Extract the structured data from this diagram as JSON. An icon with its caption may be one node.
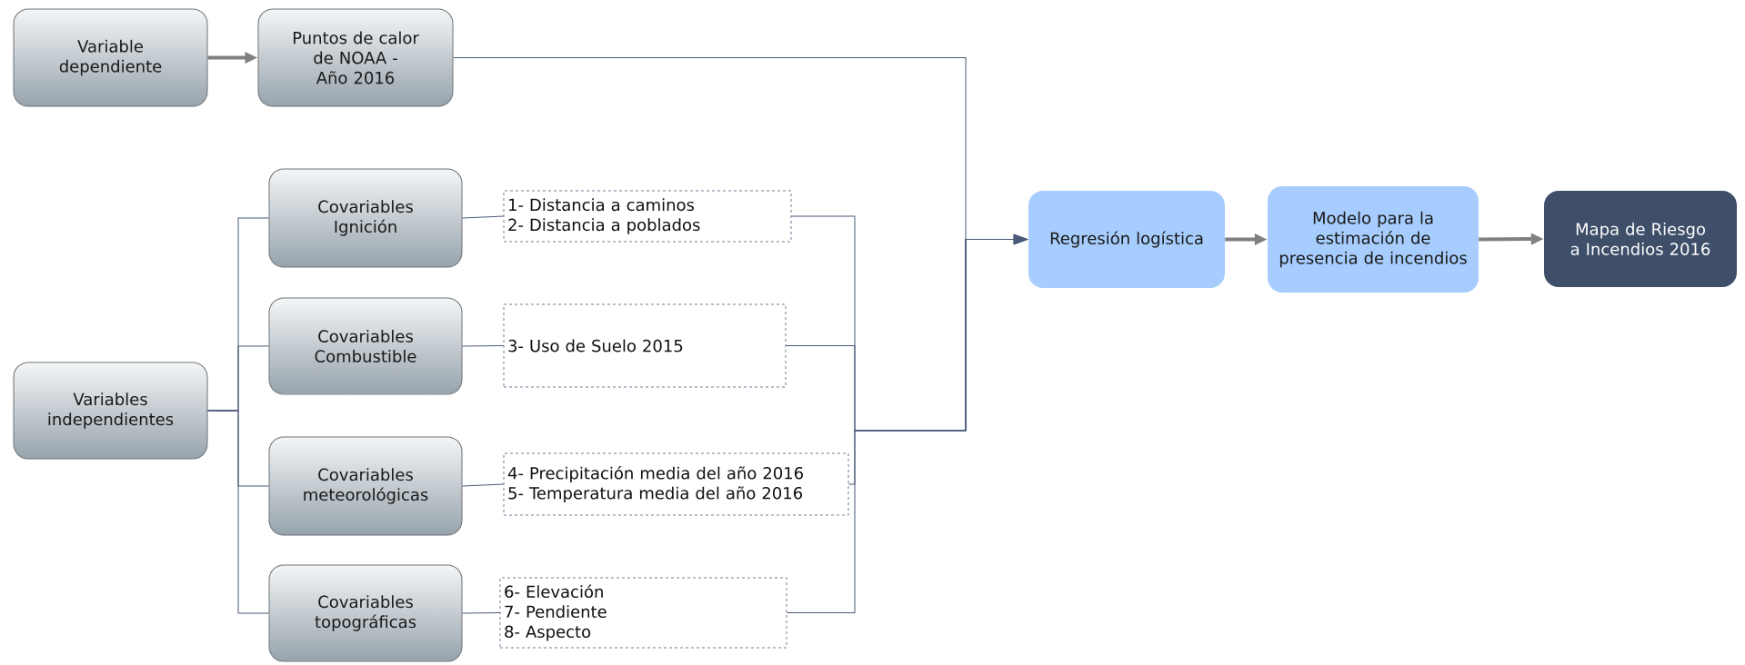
{
  "diagram": {
    "nodes": [
      {
        "text": [
          "Variable dependiente"
        ]
      },
      {
        "text": [
          "Puntos de calor de NOAA - Año 2016"
        ]
      },
      {
        "text": [
          "Variables independientes"
        ]
      },
      {
        "text": [
          "Covariables Ignición"
        ]
      },
      {
        "text": [
          "Covariables Combustible"
        ]
      },
      {
        "text": [
          "Covariables meteorológicas"
        ]
      },
      {
        "text": [
          "Covariables topográficas"
        ]
      },
      {
        "text": [
          "1- Distancia a caminos",
          "2- Distancia a poblados"
        ]
      },
      {
        "text": [
          "3- Uso de Suelo 2015"
        ]
      },
      {
        "text": [
          "4- Precipitación media del año 2016",
          "5- Temperatura media del año 2016"
        ]
      },
      {
        "text": [
          "6- Elevación",
          "7- Pendiente",
          "8- Aspecto"
        ]
      },
      {
        "text": [
          "Regresión logística"
        ]
      },
      {
        "text": [
          "Modelo para la estimación de presencia de incendios"
        ]
      },
      {
        "text": [
          "Mapa de Riesgo a Incendios 2016"
        ]
      }
    ],
    "edges": [
      {
        "from": 0,
        "to": 1,
        "arrow": "to",
        "style": "thick",
        "color": "#808080"
      },
      {
        "from": 2,
        "to": 3,
        "arrow": "none"
      },
      {
        "from": 2,
        "to": 4,
        "arrow": "none"
      },
      {
        "from": 2,
        "to": 5,
        "arrow": "none"
      },
      {
        "from": 2,
        "to": 6,
        "arrow": "none"
      },
      {
        "from": 3,
        "to": 7,
        "arrow": "none"
      },
      {
        "from": 4,
        "to": 8,
        "arrow": "none"
      },
      {
        "from": 5,
        "to": 9,
        "arrow": "none"
      },
      {
        "from": 6,
        "to": 10,
        "arrow": "none"
      },
      {
        "from": 1,
        "to": 11,
        "arrow": "to"
      },
      {
        "from": 7,
        "to": 11,
        "arrow": "to"
      },
      {
        "from": 8,
        "to": 11,
        "arrow": "to"
      },
      {
        "from": 9,
        "to": 11,
        "arrow": "to"
      },
      {
        "from": 10,
        "to": 11,
        "arrow": "to"
      },
      {
        "from": 11,
        "to": 12,
        "arrow": "to",
        "style": "thick",
        "color": "#808080"
      },
      {
        "from": 12,
        "to": 13,
        "arrow": "to",
        "style": "thick",
        "color": "#808080"
      }
    ]
  }
}
